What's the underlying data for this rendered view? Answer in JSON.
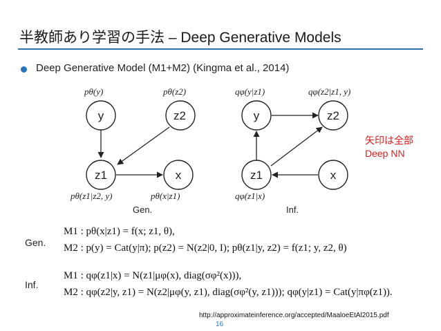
{
  "slide": {
    "title": "半教師あり学習の手法 – Deep Generative Models",
    "bullet": "Deep Generative Model (M1+M2) (Kingma et al., 2014)",
    "accent_color": "#2e6fa8",
    "bullet_color": "#2b75bd",
    "note_color": "#e01b1b"
  },
  "gen_graph": {
    "node_y": "y",
    "node_z2": "z2",
    "node_z1": "z1",
    "node_x": "x",
    "label_py": "pθ(y)",
    "label_pz2": "pθ(z2)",
    "label_pz1": "pθ(z1|z2, y)",
    "label_px": "pθ(x|z1)",
    "caption": "Gen."
  },
  "inf_graph": {
    "node_y": "y",
    "node_z2": "z2",
    "node_z1": "z1",
    "node_x": "x",
    "label_qy": "qφ(y|z1)",
    "label_qz2": "qφ(z2|z1, y)",
    "label_qz1": "qφ(z1|x)",
    "caption": "Inf."
  },
  "note": {
    "line1": "矢印は全部",
    "line2": "Deep NN"
  },
  "equations": {
    "gen_label": "Gen.",
    "inf_label": "Inf.",
    "gen_m1": "M1 : pθ(x|z1) = f(x; z1, θ),",
    "gen_m2": "M2 : p(y) = Cat(y|π);    p(z2) = N(z2|0, I);    pθ(z1|y, z2) = f(z1; y, z2, θ)",
    "inf_m1": "M1 :    qφ(z1|x) = N(z1|μφ(x), diag(σφ²(x))),",
    "inf_m2": "M2 :    qφ(z2|y, z1) = N(z2|μφ(y, z1), diag(σφ²(y, z1)));    qφ(y|z1) = Cat(y|πφ(z1))."
  },
  "footer": {
    "source": "http://approximateinference.org/accepted/MaaloeEtAl2015.pdf",
    "page_number": "16"
  }
}
